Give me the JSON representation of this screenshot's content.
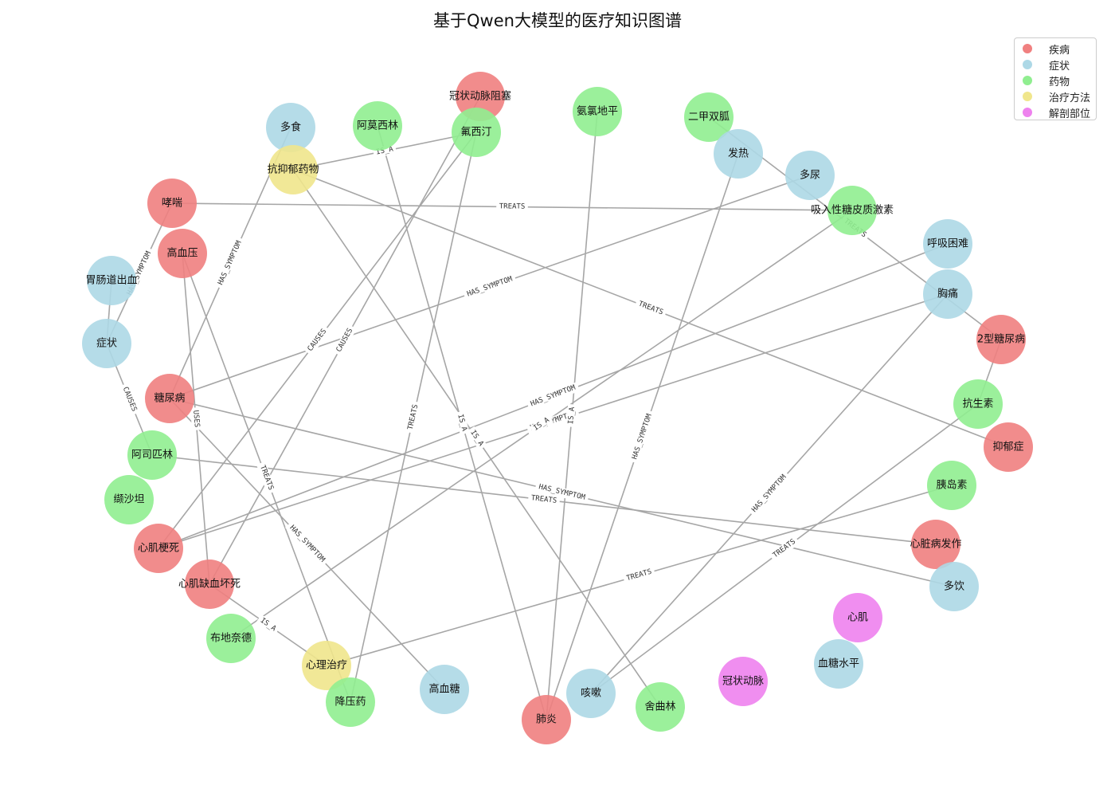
{
  "title": "基于Qwen大模型的医疗知识图谱",
  "legend": [
    {
      "label": "疾病",
      "color": "#f08080"
    },
    {
      "label": "症状",
      "color": "#add8e6"
    },
    {
      "label": "药物",
      "color": "#90ee90"
    },
    {
      "label": "治疗方法",
      "color": "#f0e68c"
    },
    {
      "label": "解剖部位",
      "color": "#ee82ee"
    }
  ],
  "nodes": [
    {
      "id": "coronary-obstruction",
      "label": "冠状动脉阻塞",
      "type": "疾病"
    },
    {
      "id": "duoshi",
      "label": "多食",
      "type": "症状"
    },
    {
      "id": "amoxicillin",
      "label": "阿莫西林",
      "type": "药物"
    },
    {
      "id": "fluoxetine",
      "label": "氟西汀",
      "type": "药物"
    },
    {
      "id": "amlodipine",
      "label": "氨氯地平",
      "type": "药物"
    },
    {
      "id": "metformin",
      "label": "二甲双胍",
      "type": "药物"
    },
    {
      "id": "fever",
      "label": "发热",
      "type": "症状"
    },
    {
      "id": "polyuria",
      "label": "多尿",
      "type": "症状"
    },
    {
      "id": "antidepressants",
      "label": "抗抑郁药物",
      "type": "治疗方法"
    },
    {
      "id": "asthma",
      "label": "哮喘",
      "type": "疾病"
    },
    {
      "id": "inhaled-steroid",
      "label": "吸入性糖皮质激素",
      "type": "药物"
    },
    {
      "id": "hypertension",
      "label": "高血压",
      "type": "疾病"
    },
    {
      "id": "dyspnea",
      "label": "呼吸困难",
      "type": "症状"
    },
    {
      "id": "gi-bleeding",
      "label": "胃肠道出血",
      "type": "症状"
    },
    {
      "id": "chest-pain",
      "label": "胸痛",
      "type": "症状"
    },
    {
      "id": "symptom",
      "label": "症状",
      "type": "症状"
    },
    {
      "id": "t2-diabetes",
      "label": "2型糖尿病",
      "type": "疾病"
    },
    {
      "id": "diabetes",
      "label": "糖尿病",
      "type": "疾病"
    },
    {
      "id": "antibiotics",
      "label": "抗生素",
      "type": "药物"
    },
    {
      "id": "depression",
      "label": "抑郁症",
      "type": "疾病"
    },
    {
      "id": "aspirin",
      "label": "阿司匹林",
      "type": "药物"
    },
    {
      "id": "insulin",
      "label": "胰岛素",
      "type": "药物"
    },
    {
      "id": "valsartan",
      "label": "缬沙坦",
      "type": "药物"
    },
    {
      "id": "heart-attack",
      "label": "心脏病发作",
      "type": "疾病"
    },
    {
      "id": "mi",
      "label": "心肌梗死",
      "type": "疾病"
    },
    {
      "id": "polydipsia",
      "label": "多饮",
      "type": "症状"
    },
    {
      "id": "myocardial-necrosis",
      "label": "心肌缺血坏死",
      "type": "疾病"
    },
    {
      "id": "myocardium",
      "label": "心肌",
      "type": "解剖部位"
    },
    {
      "id": "budesonide",
      "label": "布地奈德",
      "type": "药物"
    },
    {
      "id": "blood-glucose-level",
      "label": "血糖水平",
      "type": "症状"
    },
    {
      "id": "psychotherapy",
      "label": "心理治疗",
      "type": "治疗方法"
    },
    {
      "id": "coronary-artery",
      "label": "冠状动脉",
      "type": "解剖部位"
    },
    {
      "id": "hyperglycemia",
      "label": "高血糖",
      "type": "症状"
    },
    {
      "id": "cough",
      "label": "咳嗽",
      "type": "症状"
    },
    {
      "id": "antihypertensive",
      "label": "降压药",
      "type": "药物"
    },
    {
      "id": "clopidogrel",
      "label": "舍曲林",
      "type": "药物"
    },
    {
      "id": "pneumonia",
      "label": "肺炎",
      "type": "疾病"
    }
  ],
  "edges": [
    {
      "from": "asthma",
      "to": "inhaled-steroid",
      "label": "TREATS"
    },
    {
      "from": "asthma",
      "to": "symptom",
      "label": "HAS_SYMPTOM"
    },
    {
      "from": "antidepressants",
      "to": "depression",
      "label": "TREATS"
    },
    {
      "from": "antidepressants",
      "to": "fluoxetine",
      "label": "IS_A"
    },
    {
      "from": "antidepressants",
      "to": "clopidogrel",
      "label": "IS_A"
    },
    {
      "from": "diabetes",
      "to": "duoshi",
      "label": "HAS_SYMPTOM"
    },
    {
      "from": "diabetes",
      "to": "polyuria",
      "label": "HAS_SYMPTOM"
    },
    {
      "from": "diabetes",
      "to": "polydipsia",
      "label": "HAS_SYMPTOM"
    },
    {
      "from": "diabetes",
      "to": "hyperglycemia",
      "label": "HAS_SYMPTOM"
    },
    {
      "from": "hypertension",
      "to": "antihypertensive",
      "label": "TREATS"
    },
    {
      "from": "hypertension",
      "to": "myocardial-necrosis",
      "label": "USES"
    },
    {
      "from": "mi",
      "to": "fluoxetine",
      "label": "CAUSES"
    },
    {
      "from": "mi",
      "to": "dyspnea",
      "label": "HAS_SYMPTOM"
    },
    {
      "from": "mi",
      "to": "chest-pain",
      "label": "HAS_SYMPTOM"
    },
    {
      "from": "myocardial-necrosis",
      "to": "coronary-obstruction",
      "label": "CAUSES"
    },
    {
      "from": "myocardial-necrosis",
      "to": "psychotherapy",
      "label": "IS_A"
    },
    {
      "from": "aspirin",
      "to": "heart-attack",
      "label": "TREATS"
    },
    {
      "from": "aspirin",
      "to": "symptom",
      "label": "CAUSES"
    },
    {
      "from": "amoxicillin",
      "to": "pneumonia",
      "label": "IS_A"
    },
    {
      "from": "amlodipine",
      "to": "pneumonia",
      "label": "IS_A"
    },
    {
      "from": "fever",
      "to": "pneumonia",
      "label": "HAS_SYMPTOM"
    },
    {
      "from": "chest-pain",
      "to": "cough",
      "label": "HAS_SYMPTOM"
    },
    {
      "from": "antibiotics",
      "to": "cough",
      "label": "TREATS"
    },
    {
      "from": "psychotherapy",
      "to": "insulin",
      "label": "TREATS"
    },
    {
      "from": "budesonide",
      "to": "inhaled-steroid",
      "label": "IS_A"
    },
    {
      "from": "antihypertensive",
      "to": "fluoxetine",
      "label": "TREATS"
    },
    {
      "from": "metformin",
      "to": "t2-diabetes",
      "label": "TREATS"
    },
    {
      "from": "antibiotics",
      "to": "t2-diabetes",
      "label": ""
    },
    {
      "from": "gi-bleeding",
      "to": "symptom",
      "label": ""
    }
  ]
}
